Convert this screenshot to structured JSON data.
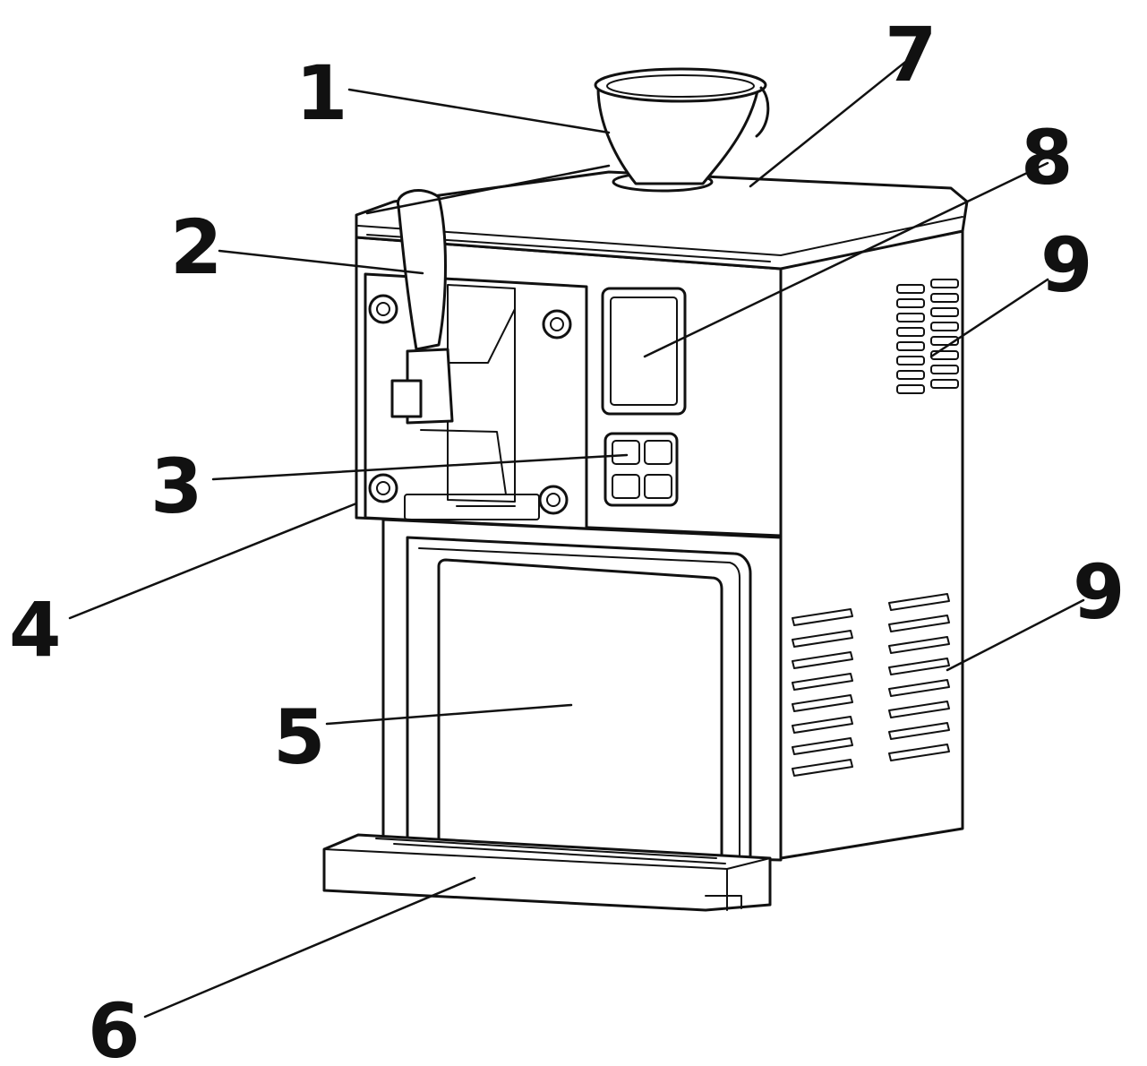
{
  "callouts": [
    {
      "id": "1",
      "label": "1"
    },
    {
      "id": "2",
      "label": "2"
    },
    {
      "id": "3",
      "label": "3"
    },
    {
      "id": "4",
      "label": "4"
    },
    {
      "id": "5",
      "label": "5"
    },
    {
      "id": "6",
      "label": "6"
    },
    {
      "id": "7",
      "label": "7"
    },
    {
      "id": "8",
      "label": "8"
    },
    {
      "id": "9a",
      "label": "9"
    },
    {
      "id": "9b",
      "label": "9"
    }
  ],
  "colors": {
    "line": "#111111",
    "background": "#ffffff"
  }
}
